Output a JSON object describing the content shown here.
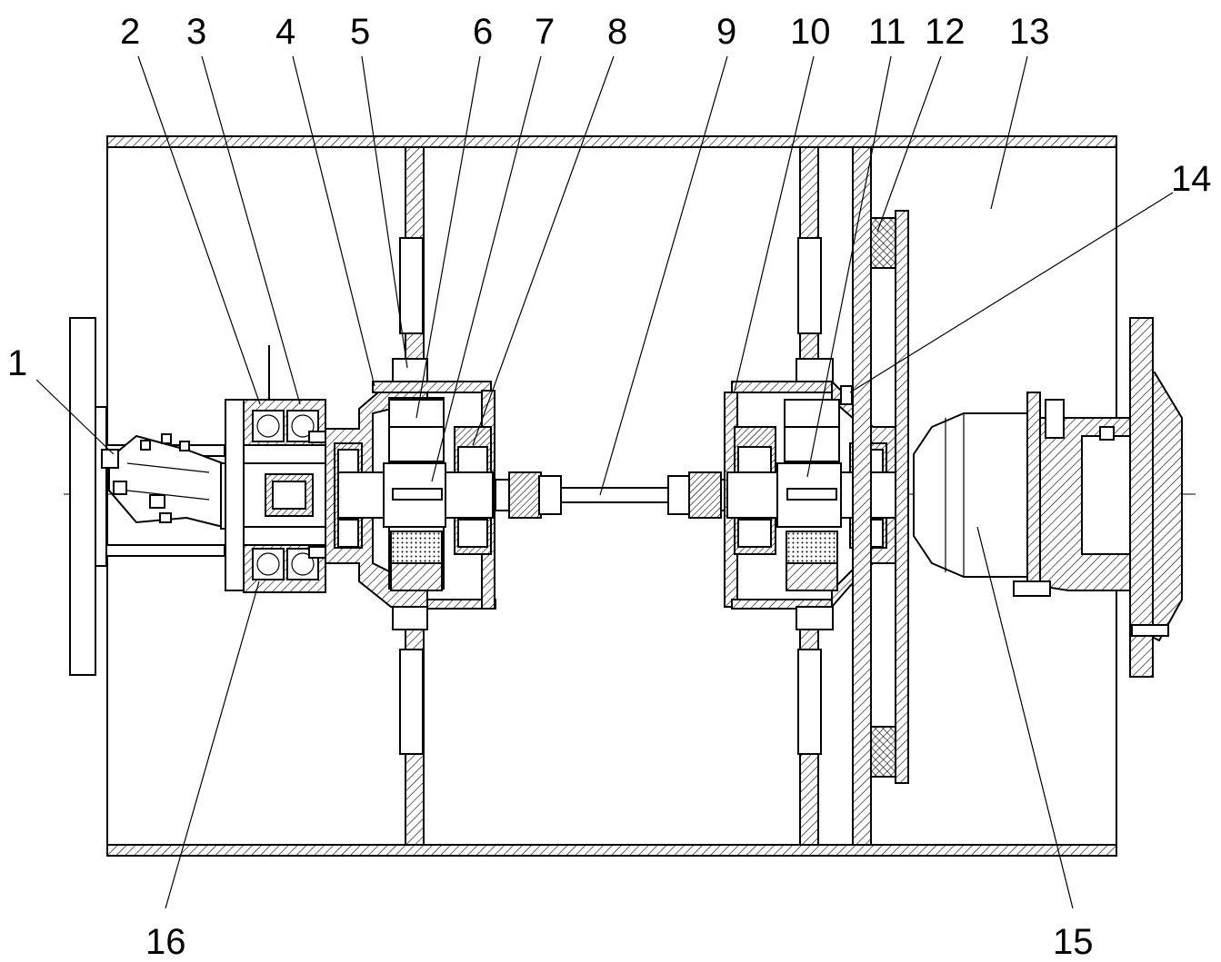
{
  "drawing": {
    "callouts": [
      "1",
      "2",
      "3",
      "4",
      "5",
      "6",
      "7",
      "8",
      "9",
      "10",
      "11",
      "12",
      "13",
      "14",
      "15",
      "16"
    ]
  }
}
